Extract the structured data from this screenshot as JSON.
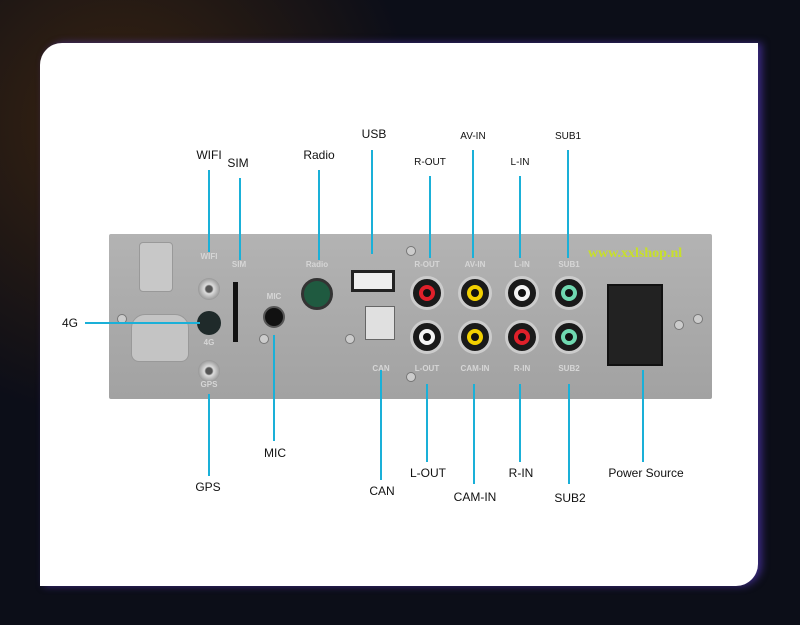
{
  "watermark": "www.xxlshop.nl",
  "callouts": {
    "wifi": "WIFI",
    "sim": "SIM",
    "radio": "Radio",
    "usb": "USB",
    "r_out": "R-OUT",
    "av_in": "AV-IN",
    "l_in": "L-IN",
    "sub1": "SUB1",
    "g4": "4G",
    "mic": "MIC",
    "gps": "GPS",
    "can": "CAN",
    "l_out": "L-OUT",
    "cam_in": "CAM-IN",
    "r_in": "R-IN",
    "sub2": "SUB2",
    "power": "Power Source"
  },
  "panel_labels": {
    "wifi": "WIFI",
    "sim": "SIM",
    "radio": "Radio",
    "mic": "MIC",
    "g4": "4G",
    "gps": "GPS",
    "r_out": "R-OUT",
    "av_in": "AV-IN",
    "l_in": "L-IN",
    "sub1": "SUB1",
    "can": "CAN",
    "l_out": "L-OUT",
    "cam_in": "CAM-IN",
    "r_in": "R-IN",
    "sub2": "SUB2"
  },
  "colors": {
    "callout_line": "#1ab0d8",
    "red": "#e0202a",
    "yellow": "#f2d000",
    "white": "#f4f4f4",
    "green": "#6fd8b0"
  }
}
